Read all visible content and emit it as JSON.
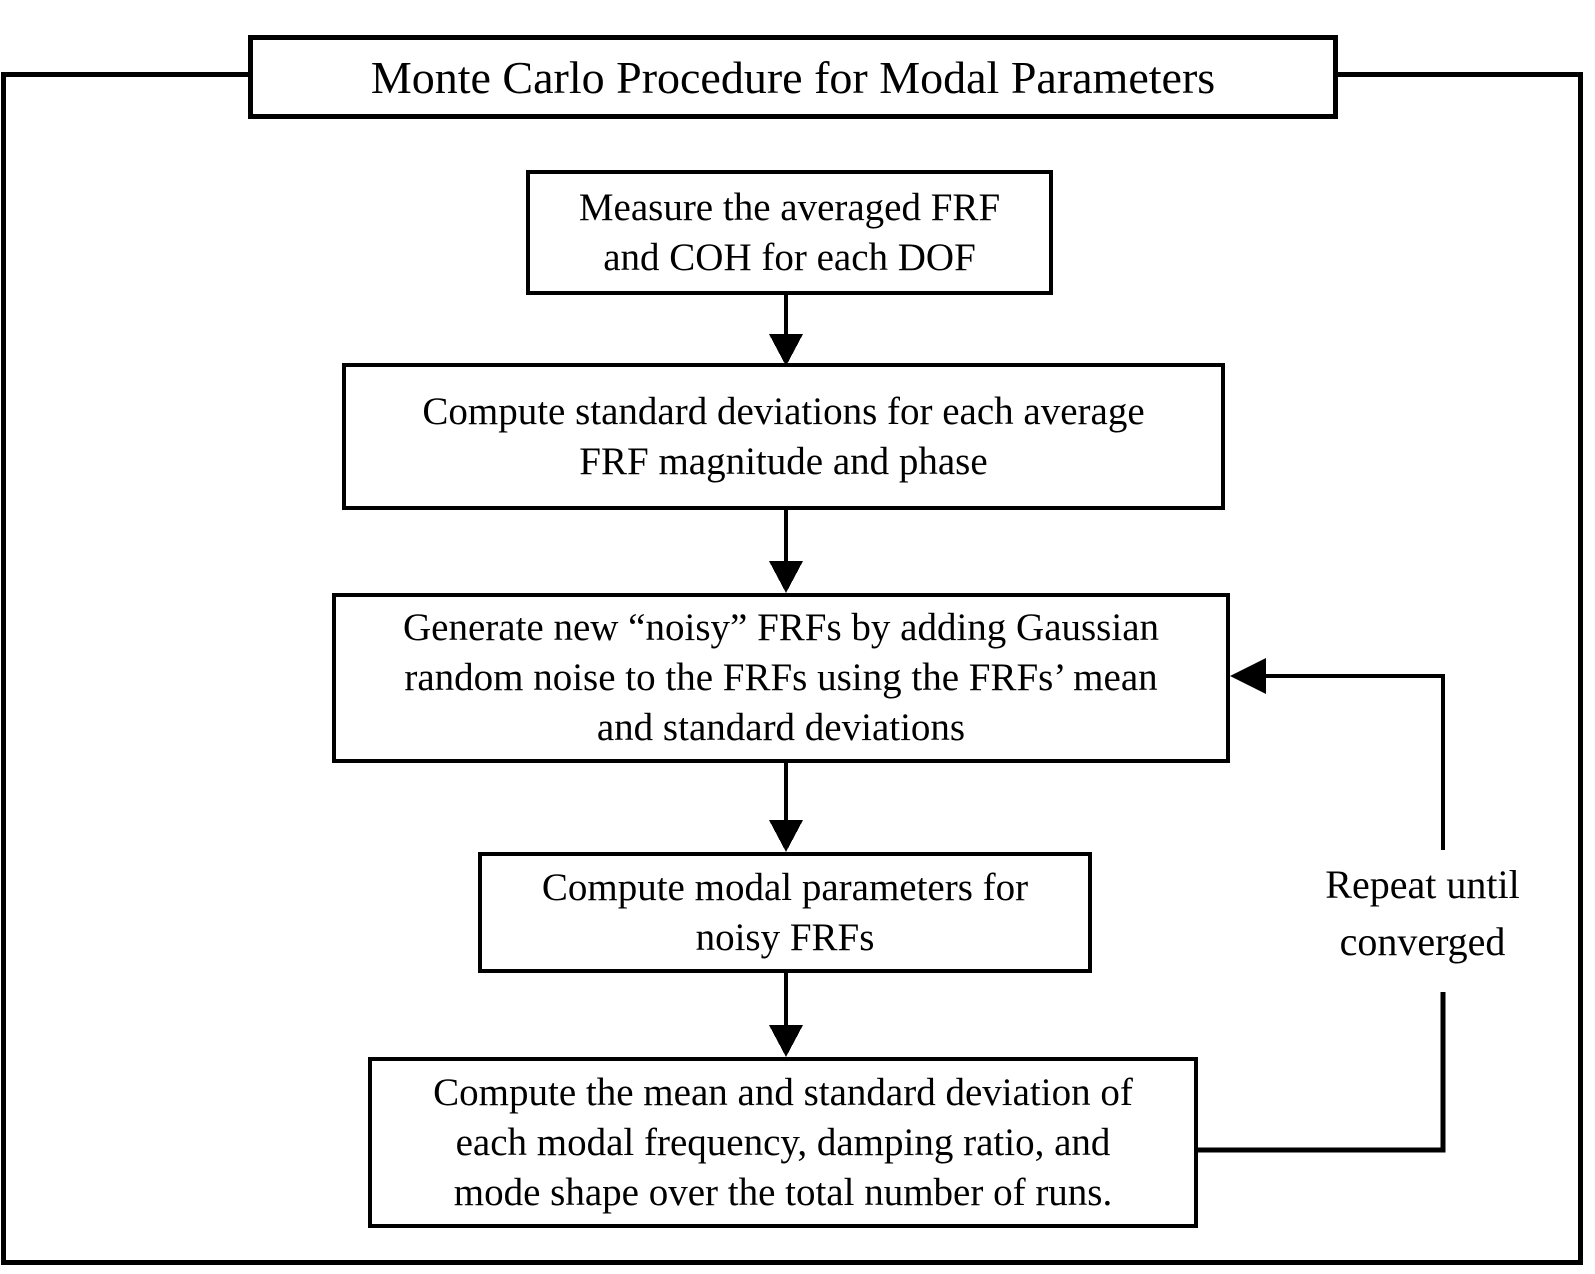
{
  "title": "Monte Carlo Procedure for Modal Parameters",
  "steps": [
    {
      "name": "measure-frf",
      "lines": [
        "Measure the averaged FRF",
        "and COH for each DOF"
      ]
    },
    {
      "name": "compute-std-dev",
      "lines": [
        "Compute standard deviations for each average",
        "FRF magnitude and phase"
      ]
    },
    {
      "name": "generate-noisy-frfs",
      "lines": [
        "Generate new “noisy” FRFs by adding Gaussian",
        "random noise to the FRFs using the FRFs’ mean",
        "and standard deviations"
      ]
    },
    {
      "name": "compute-modal-parameters",
      "lines": [
        "Compute modal parameters for",
        "noisy FRFs"
      ]
    },
    {
      "name": "compute-statistics",
      "lines": [
        "Compute the mean and standard deviation of",
        "each modal frequency, damping ratio, and",
        "mode shape over the total number of runs."
      ]
    }
  ],
  "loop_label": {
    "lines": [
      "Repeat until",
      "converged"
    ]
  },
  "colors": {
    "ink": "#000000",
    "background": "#ffffff"
  }
}
